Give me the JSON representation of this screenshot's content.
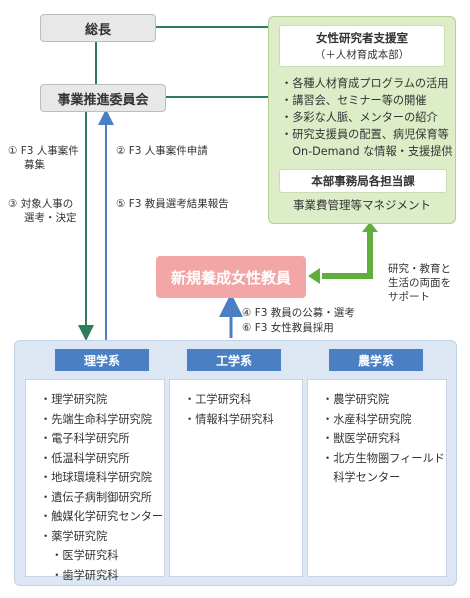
{
  "top": {
    "president": "総長",
    "committee": "事業推進委員会"
  },
  "support": {
    "title_line1": "女性研究者支援室",
    "title_line2": "（＋人材育成本部）",
    "items": [
      "・各種人材育成プログラムの活用",
      "・講習会、セミナー等の開催",
      "・多彩な人脈、メンターの紹介",
      "・研究支援員の配置、病児保育等",
      "　On-Demand な情報・支援提供"
    ],
    "sub_title": "本部事務局各担当課",
    "management": "事業費管理等マネジメント"
  },
  "flows": {
    "left1_a": "① F3 人事案件",
    "left1_b": "募集",
    "left3_a": "③ 対象人事の",
    "left3_b": "選考・決定",
    "right2": "② F3 人事案件申請",
    "right5": "⑤ F3 教員選考結果報告",
    "bottom4": "④ F3 教員の公募・選考",
    "bottom6": "⑥ F3 女性教員採用"
  },
  "new_faculty": "新規養成女性教員",
  "support_note": [
    "研究・教育と",
    "生活の両面を",
    "サポート"
  ],
  "departments": [
    {
      "name": "理学系",
      "items": [
        "・理学研究院",
        "・先端生命科学研究院",
        "・電子科学研究所",
        "・低温科学研究所",
        "・地球環境科学研究院",
        "・遺伝子病制御研究所",
        "・触媒化学研究センター",
        "・薬学研究院",
        "　・医学研究科",
        "　・歯学研究科"
      ]
    },
    {
      "name": "工学系",
      "items": [
        "・工学研究科",
        "・情報科学研究科"
      ]
    },
    {
      "name": "農学系",
      "items": [
        "・農学研究院",
        "・水産科学研究院",
        "・獣医学研究科",
        "・北方生物圏フィールド",
        "　科学センター"
      ]
    }
  ],
  "colors": {
    "green": "#5fae3e",
    "blue": "#4a7fc4",
    "dark_green": "#2e7d5a",
    "pink": "#f2a6a6"
  }
}
